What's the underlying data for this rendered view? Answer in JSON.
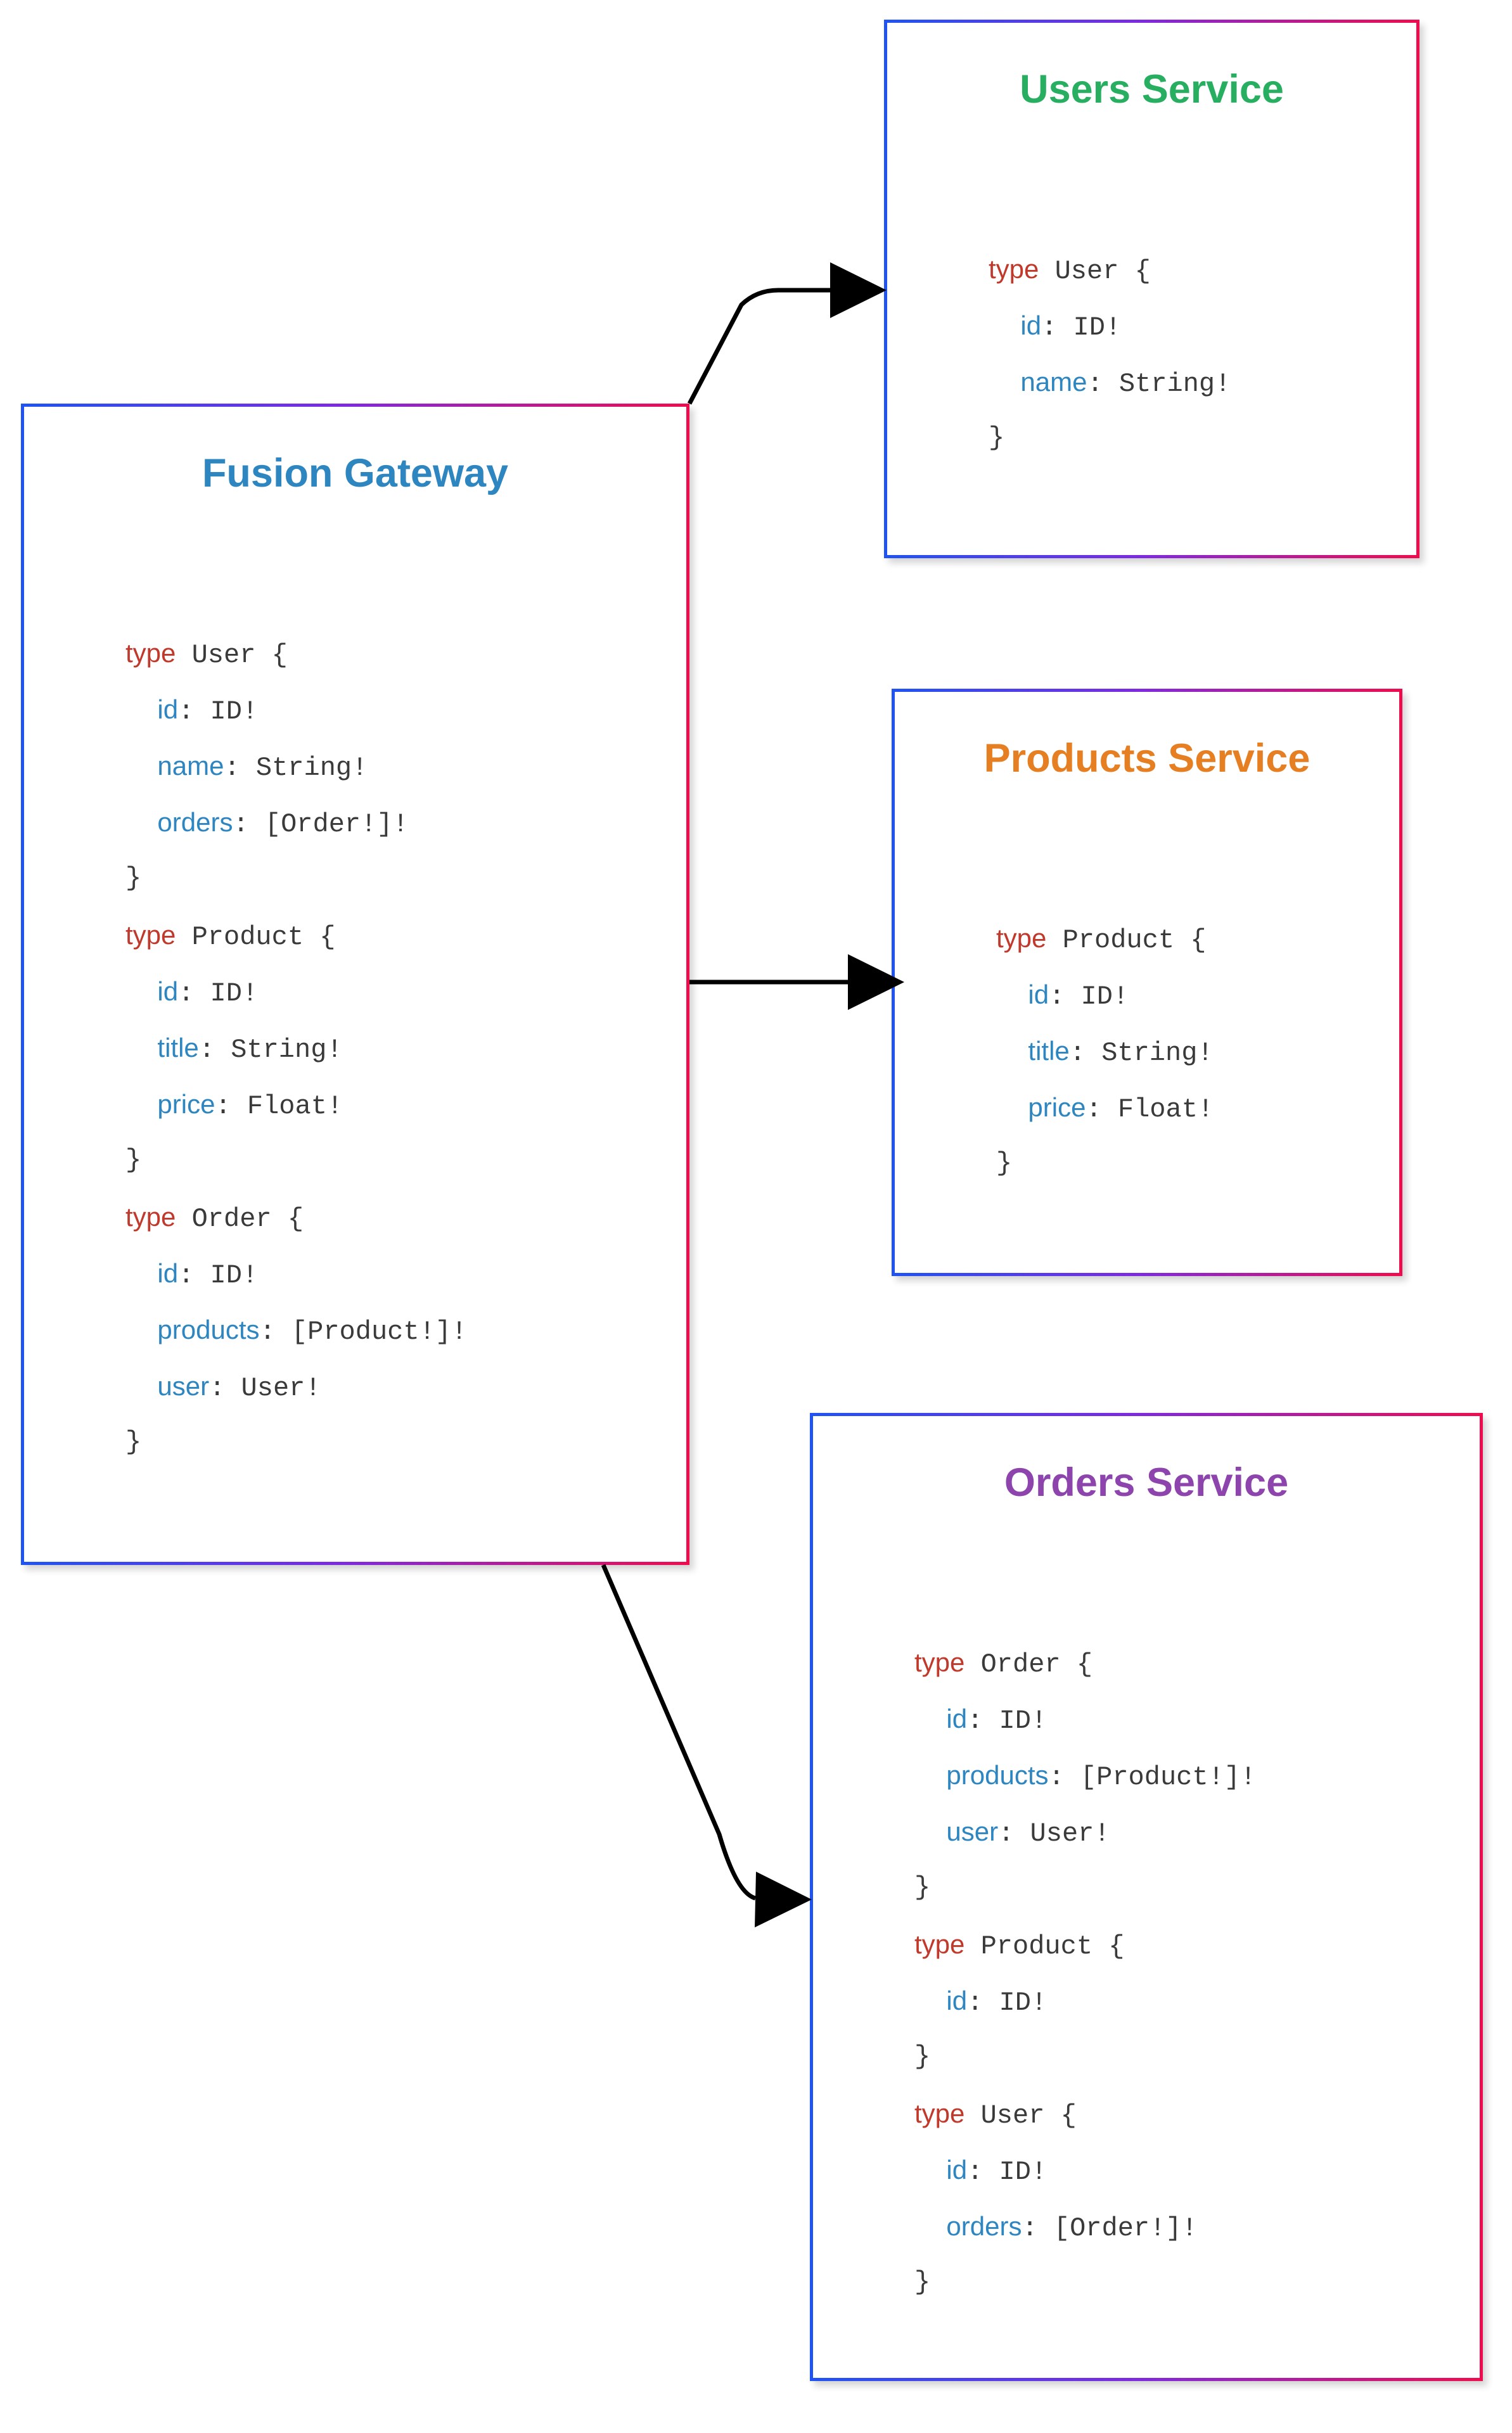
{
  "diagram": {
    "background": "#ffffff",
    "border_gradient": [
      "#1f53f2",
      "#7d2ae0",
      "#ee0c4f"
    ],
    "arrow_color": "#000000",
    "code_colors": {
      "keyword": "#c0392b",
      "field": "#2e86c1",
      "plain": "#3a3a3a"
    }
  },
  "boxes": [
    {
      "id": "fusion-gateway",
      "title": "Fusion Gateway",
      "title_color": "#2e86c1",
      "code": [
        [
          [
            "k",
            "type"
          ],
          [
            "m",
            " User {"
          ]
        ],
        [
          [
            "m",
            "  "
          ],
          [
            "f",
            "id"
          ],
          [
            "m",
            ": ID!"
          ]
        ],
        [
          [
            "m",
            "  "
          ],
          [
            "f",
            "name"
          ],
          [
            "m",
            ": String!"
          ]
        ],
        [
          [
            "m",
            "  "
          ],
          [
            "f",
            "orders"
          ],
          [
            "m",
            ": [Order!]!"
          ]
        ],
        [
          [
            "m",
            "}"
          ]
        ],
        [
          [
            "k",
            "type"
          ],
          [
            "m",
            " Product {"
          ]
        ],
        [
          [
            "m",
            "  "
          ],
          [
            "f",
            "id"
          ],
          [
            "m",
            ": ID!"
          ]
        ],
        [
          [
            "m",
            "  "
          ],
          [
            "f",
            "title"
          ],
          [
            "m",
            ": String!"
          ]
        ],
        [
          [
            "m",
            "  "
          ],
          [
            "f",
            "price"
          ],
          [
            "m",
            ": Float!"
          ]
        ],
        [
          [
            "m",
            "}"
          ]
        ],
        [
          [
            "k",
            "type"
          ],
          [
            "m",
            " Order {"
          ]
        ],
        [
          [
            "m",
            "  "
          ],
          [
            "f",
            "id"
          ],
          [
            "m",
            ": ID!"
          ]
        ],
        [
          [
            "m",
            "  "
          ],
          [
            "f",
            "products"
          ],
          [
            "m",
            ": [Product!]!"
          ]
        ],
        [
          [
            "m",
            "  "
          ],
          [
            "f",
            "user"
          ],
          [
            "m",
            ": User!"
          ]
        ],
        [
          [
            "m",
            "}"
          ]
        ]
      ]
    },
    {
      "id": "users-service",
      "title": "Users Service",
      "title_color": "#27ae60",
      "code": [
        [
          [
            "k",
            "type"
          ],
          [
            "m",
            " User {"
          ]
        ],
        [
          [
            "m",
            "  "
          ],
          [
            "f",
            "id"
          ],
          [
            "m",
            ": ID!"
          ]
        ],
        [
          [
            "m",
            "  "
          ],
          [
            "f",
            "name"
          ],
          [
            "m",
            ": String!"
          ]
        ],
        [
          [
            "m",
            "}"
          ]
        ]
      ]
    },
    {
      "id": "products-service",
      "title": "Products Service",
      "title_color": "#e67e22",
      "code": [
        [
          [
            "k",
            "type"
          ],
          [
            "m",
            " Product {"
          ]
        ],
        [
          [
            "m",
            "  "
          ],
          [
            "f",
            "id"
          ],
          [
            "m",
            ": ID!"
          ]
        ],
        [
          [
            "m",
            "  "
          ],
          [
            "f",
            "title"
          ],
          [
            "m",
            ": String!"
          ]
        ],
        [
          [
            "m",
            "  "
          ],
          [
            "f",
            "price"
          ],
          [
            "m",
            ": Float!"
          ]
        ],
        [
          [
            "m",
            "}"
          ]
        ]
      ]
    },
    {
      "id": "orders-service",
      "title": "Orders Service",
      "title_color": "#8e44ad",
      "code": [
        [
          [
            "k",
            "type"
          ],
          [
            "m",
            " Order {"
          ]
        ],
        [
          [
            "m",
            "  "
          ],
          [
            "f",
            "id"
          ],
          [
            "m",
            ": ID!"
          ]
        ],
        [
          [
            "m",
            "  "
          ],
          [
            "f",
            "products"
          ],
          [
            "m",
            ": [Product!]!"
          ]
        ],
        [
          [
            "m",
            "  "
          ],
          [
            "f",
            "user"
          ],
          [
            "m",
            ": User!"
          ]
        ],
        [
          [
            "m",
            "}"
          ]
        ],
        [
          [
            "k",
            "type"
          ],
          [
            "m",
            " Product {"
          ]
        ],
        [
          [
            "m",
            "  "
          ],
          [
            "f",
            "id"
          ],
          [
            "m",
            ": ID!"
          ]
        ],
        [
          [
            "m",
            "}"
          ]
        ],
        [
          [
            "k",
            "type"
          ],
          [
            "m",
            " User {"
          ]
        ],
        [
          [
            "m",
            "  "
          ],
          [
            "f",
            "id"
          ],
          [
            "m",
            ": ID!"
          ]
        ],
        [
          [
            "m",
            "  "
          ],
          [
            "f",
            "orders"
          ],
          [
            "m",
            ": [Order!]!"
          ]
        ],
        [
          [
            "m",
            "}"
          ]
        ]
      ]
    }
  ],
  "edges": [
    {
      "from": "Fusion Gateway",
      "to": "Users Service"
    },
    {
      "from": "Fusion Gateway",
      "to": "Products Service"
    },
    {
      "from": "Fusion Gateway",
      "to": "Orders Service"
    }
  ]
}
